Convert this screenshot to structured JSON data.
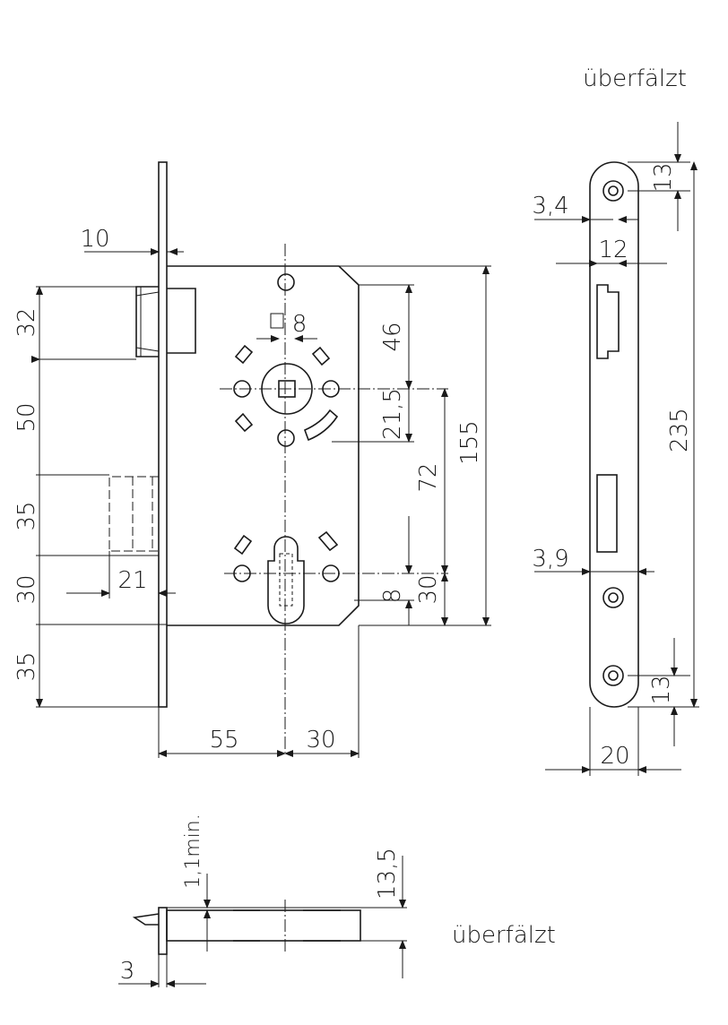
{
  "labels": {
    "rebated_top": "überfälzt",
    "rebated_bottom": "überfälzt"
  },
  "dimensions": {
    "faceplate_thickness": "10",
    "latch_height": "32",
    "latch_to_follower": "50",
    "follower_to_bolt": "35",
    "bolt_to_cylinder": "30",
    "cylinder_to_bottom": "35",
    "bolt_throw": "21",
    "backset": "55",
    "case_to_cylinder_edge": "30",
    "follower_square": "8",
    "top_to_follower": "46",
    "follower_offset": "21,5",
    "distance": "72",
    "case_height": "155",
    "cylinder_size": "8",
    "cylinder_height": "30",
    "screw_top": "13",
    "screw_bottom": "13",
    "faceplate_height": "235",
    "faceplate_width": "20",
    "latch_width": "12",
    "hole_offset_top": "3,4",
    "hole_offset_mid": "3,9",
    "min_thickness": "1,1min.",
    "rebate_depth": "13,5",
    "rebate_step": "3"
  }
}
